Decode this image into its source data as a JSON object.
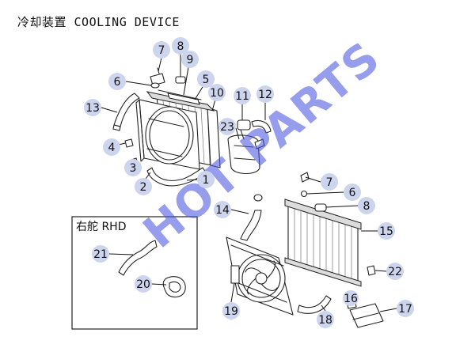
{
  "title": "冷却装置 COOLING DEVICE",
  "rhd_label": "右舵 RHD",
  "watermark": "HOT PARTS",
  "callouts": [
    "7",
    "8",
    "9",
    "6",
    "5",
    "10",
    "11",
    "12",
    "13",
    "23",
    "4",
    "3",
    "2",
    "1",
    "7",
    "6",
    "8",
    "14",
    "15",
    "21",
    "20",
    "22",
    "19",
    "18",
    "16",
    "17"
  ],
  "colors": {
    "callout_bubble": "#cdd4ee",
    "watermark": "#4b57e0",
    "line": "#222222"
  }
}
